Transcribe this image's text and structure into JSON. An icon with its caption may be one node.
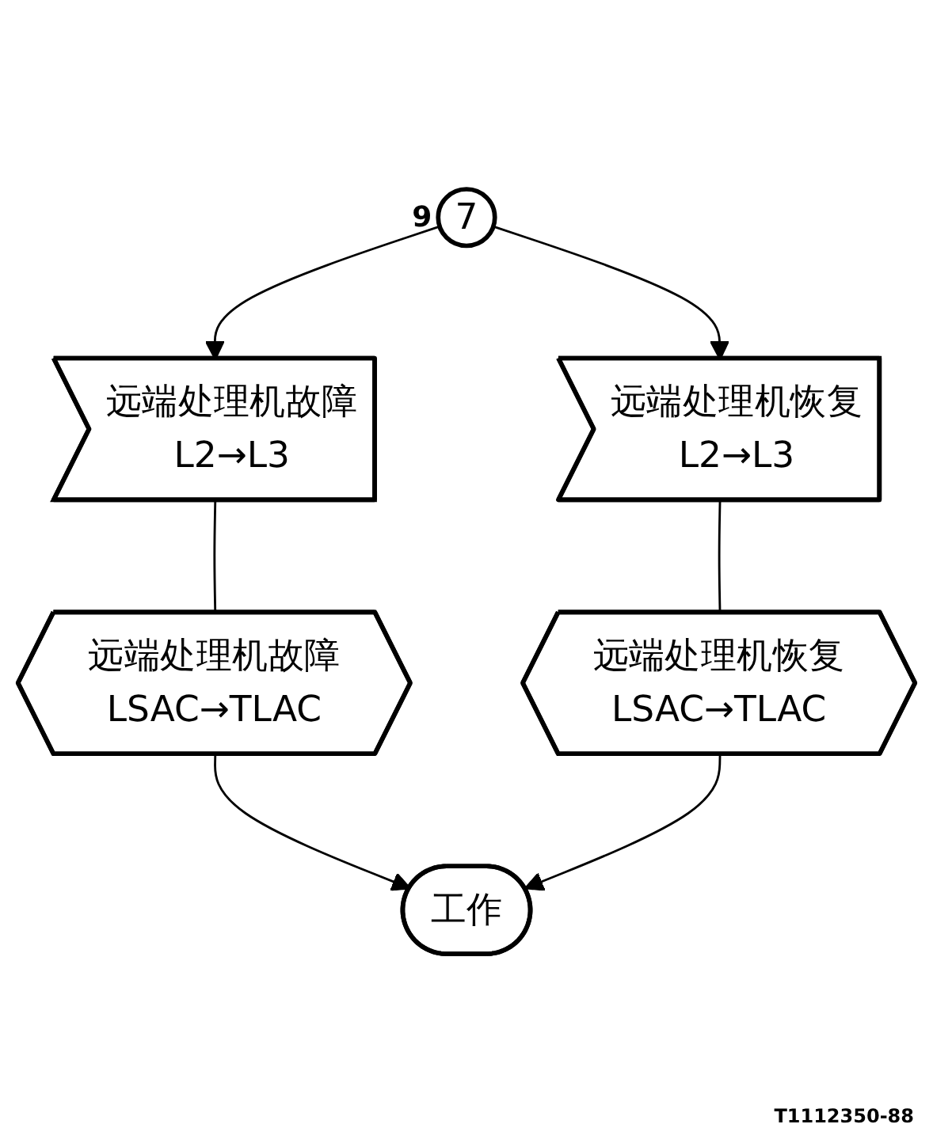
{
  "diagram": {
    "nodes": [
      {
        "text": [
          "7"
        ],
        "beside": [
          "9"
        ]
      },
      {
        "text": [
          "远端处理机故障",
          "L2→L3"
        ]
      },
      {
        "text": [
          "远端处理机恢复",
          "L2→L3"
        ]
      },
      {
        "text": [
          "远端处理机故障",
          "LSAC→TLAC"
        ]
      },
      {
        "text": [
          "远端处理机恢复",
          "LSAC→TLAC"
        ]
      },
      {
        "text": [
          "工作"
        ]
      }
    ],
    "edges": [
      {
        "from": 0,
        "to": 1,
        "arrow": "to"
      },
      {
        "from": 0,
        "to": 2,
        "arrow": "to"
      },
      {
        "from": 1,
        "to": 3,
        "arrow": "none"
      },
      {
        "from": 2,
        "to": 4,
        "arrow": "none"
      },
      {
        "from": 3,
        "to": 5,
        "arrow": "to"
      },
      {
        "from": 4,
        "to": 5,
        "arrow": "to"
      }
    ],
    "labels": [
      "T1112350-88"
    ]
  }
}
